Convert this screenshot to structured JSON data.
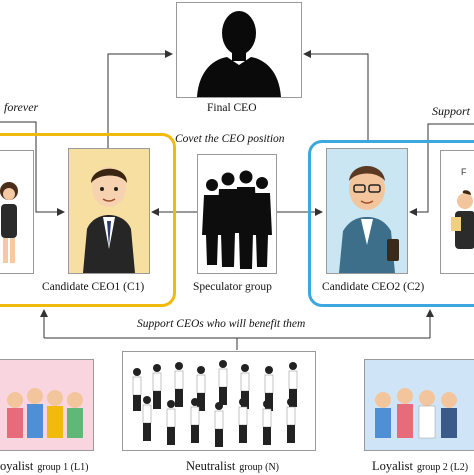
{
  "diagram": {
    "final_ceo": {
      "label": "Final CEO"
    },
    "candidate1": {
      "label": "Candidate CEO1 (C1)"
    },
    "candidate2": {
      "label": "Candidate CEO2 (C2)"
    },
    "speculator": {
      "label": "Speculator group"
    },
    "neutralist": {
      "label_main": "Neutralist",
      "label_small": "group (N)"
    },
    "loyalist1": {
      "label_main": "oyalist",
      "label_small": "group 1 (L1)"
    },
    "loyalist2": {
      "label_main": "Loyalist",
      "label_small": "group 2 (L2)"
    },
    "annotations": {
      "support_forever": "forever",
      "support_right": "Support",
      "covet": "Covet the CEO position",
      "benefit": "Support CEOs who will benefit them"
    },
    "colors": {
      "c1_frame": "#f2b90f",
      "c2_frame": "#3ea7e0",
      "arrow": "#333333"
    }
  }
}
